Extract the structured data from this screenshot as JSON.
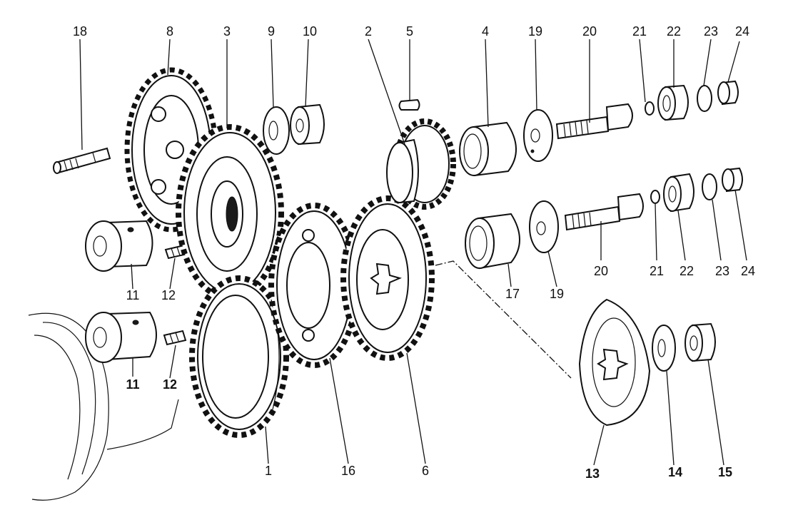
{
  "labels": {
    "p1": "1",
    "p2": "2",
    "p3": "3",
    "p4": "4",
    "p5": "5",
    "p6": "6",
    "p8": "8",
    "p9": "9",
    "p10": "10",
    "p11a": "11",
    "p11b": "11",
    "p12a": "12",
    "p12b": "12",
    "p13": "13",
    "p14": "14",
    "p15": "15",
    "p16": "16",
    "p17": "17",
    "p18": "18",
    "p19a": "19",
    "p19b": "19",
    "p20a": "20",
    "p20b": "20",
    "p21a": "21",
    "p21b": "21",
    "p22a": "22",
    "p22b": "22",
    "p23a": "23",
    "p23b": "23",
    "p24a": "24",
    "p24b": "24"
  }
}
